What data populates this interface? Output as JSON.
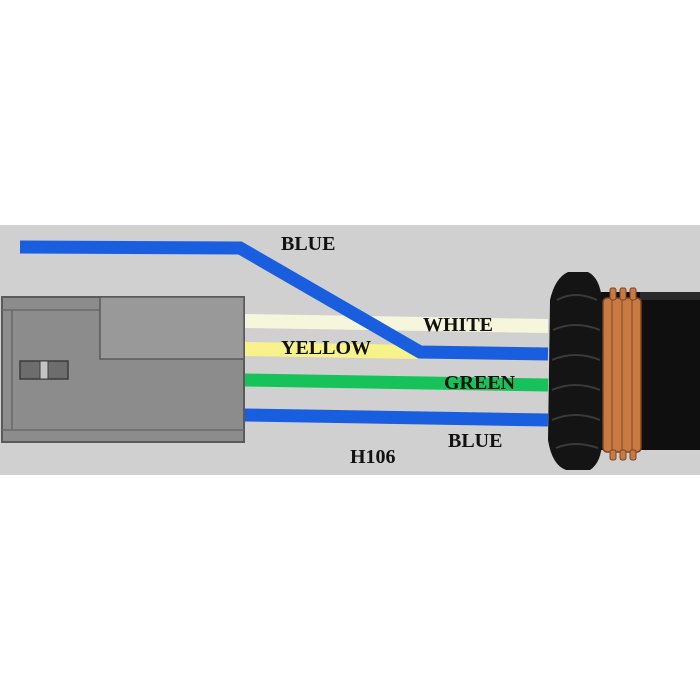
{
  "diagram": {
    "part_number": "H106",
    "colors": {
      "background_panel": "#d0d0d0",
      "blue_wire": "#1a5ee0",
      "white_wire": "#f6f6dc",
      "yellow_wire": "#f8f28a",
      "green_wire": "#18c25a",
      "connector_body": "#8c8c8c",
      "grommet": "#141414",
      "cable_jacket": "#0f0f0f",
      "copper": "#c87a42"
    },
    "wires": [
      {
        "id": "blue-top",
        "label": "BLUE",
        "color_key": "blue_wire"
      },
      {
        "id": "white",
        "label": "WHITE",
        "color_key": "white_wire"
      },
      {
        "id": "yellow",
        "label": "YELLOW",
        "color_key": "yellow_wire"
      },
      {
        "id": "green",
        "label": "GREEN",
        "color_key": "green_wire"
      },
      {
        "id": "blue-bottom",
        "label": "BLUE",
        "color_key": "blue_wire"
      }
    ],
    "components": {
      "connector": "connector-icon",
      "grommet": "grommet-icon",
      "cable": "cable-icon"
    }
  }
}
